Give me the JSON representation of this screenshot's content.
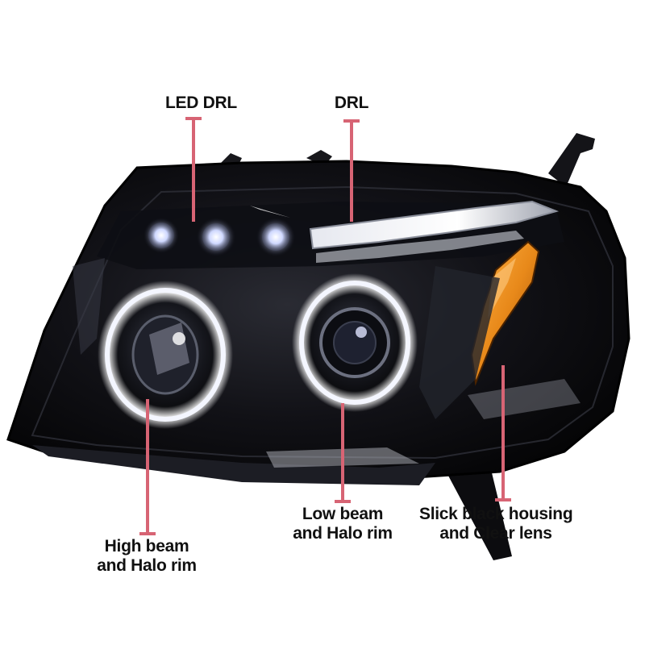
{
  "annotations": {
    "led_drl": {
      "line1": "LED DRL"
    },
    "drl": {
      "line1": "DRL"
    },
    "high_beam": {
      "line1": "High beam",
      "line2": "and Halo rim"
    },
    "low_beam": {
      "line1": "Low beam",
      "line2": "and Halo rim"
    },
    "housing": {
      "line1": "Slick black housing",
      "line2": "and Clear lens"
    }
  },
  "colors": {
    "callout_line": "#d76474",
    "housing_black": "#0a0a0c",
    "halo_white": "#f4f6ff",
    "amber_reflector": "#e8891a"
  }
}
